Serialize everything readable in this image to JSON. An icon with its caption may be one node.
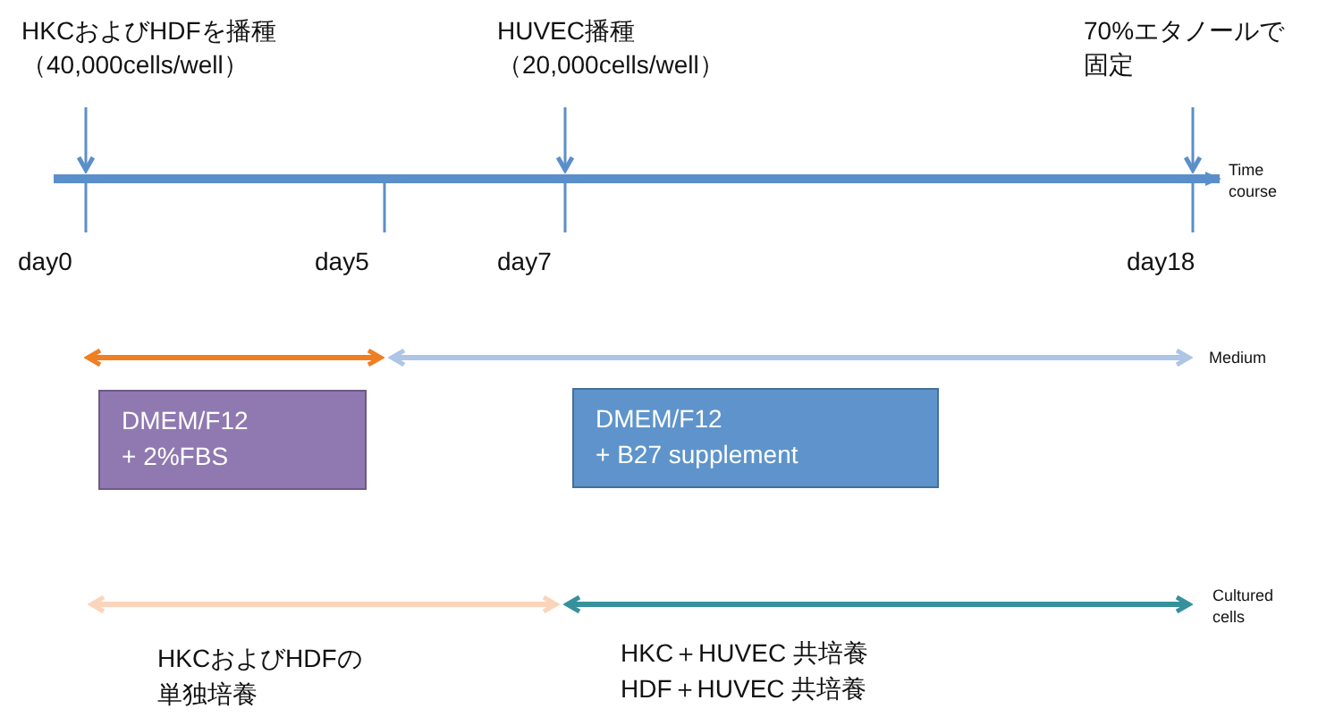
{
  "diagram": {
    "nodes": [
      {
        "text": [
          "HKCおよびHDFを播種",
          "（40,000cells/well）"
        ]
      },
      {
        "text": [
          "HUVEC播種",
          "（20,000cells/well）"
        ]
      },
      {
        "text": [
          "70%エタノールで固定"
        ]
      },
      {
        "text": [
          "DMEM/F12",
          "+ 2%FBS"
        ]
      },
      {
        "text": [
          "DMEM/F12",
          "+ B27 supplement"
        ]
      }
    ],
    "edges": [
      {
        "from": 0,
        "to": null,
        "arrow": "to"
      },
      {
        "from": 1,
        "to": null,
        "arrow": "to"
      },
      {
        "from": 2,
        "to": null,
        "arrow": "to"
      }
    ],
    "labels": [
      "Time course",
      "day0",
      "day5",
      "day7",
      "day18",
      "Medium",
      "Cultured cells",
      "HKCおよびHDFの単独培養",
      "HKC＋HUVEC 共培養",
      "HDF＋HUVEC 共培養"
    ]
  }
}
